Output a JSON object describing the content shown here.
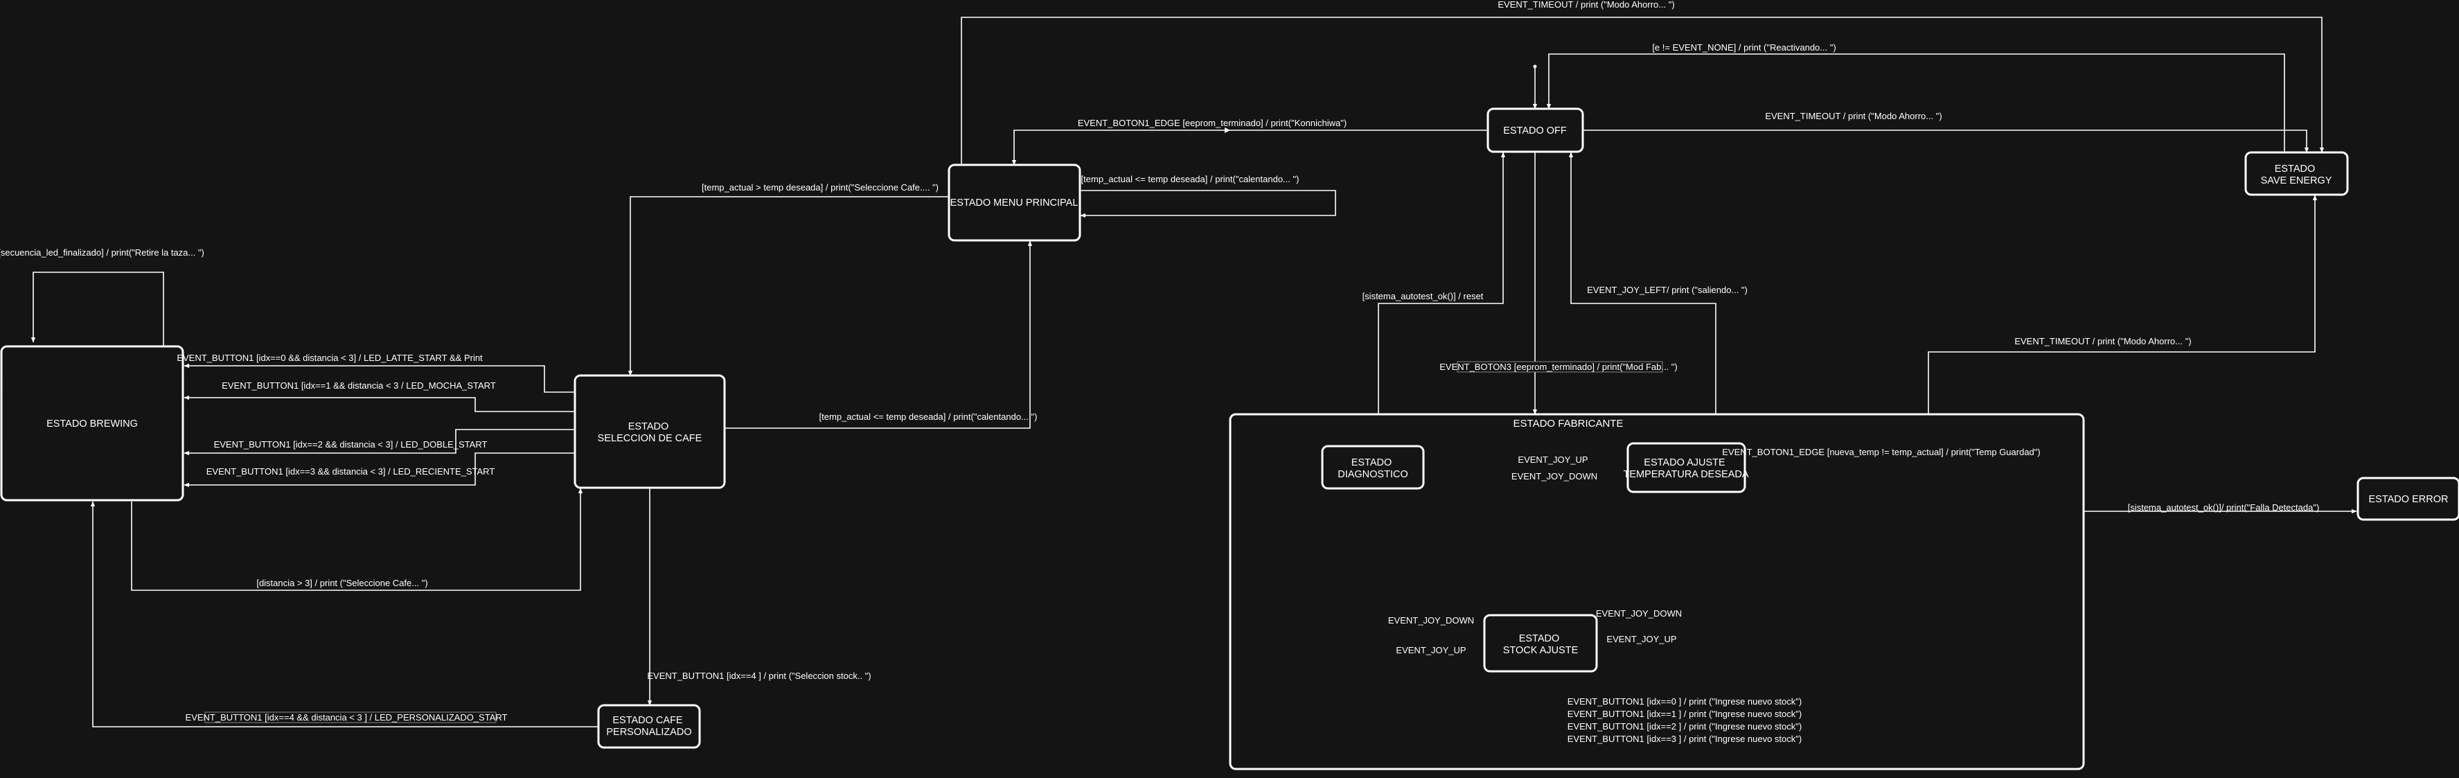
{
  "states": {
    "off": "ESTADO OFF",
    "save_energy": [
      "ESTADO",
      "SAVE ENERGY"
    ],
    "menu": "ESTADO MENU PRINCIPAL",
    "seleccion": [
      "ESTADO",
      "SELECCION DE CAFE"
    ],
    "brewing": "ESTADO BREWING",
    "personalizado": [
      "ESTADO CAFE",
      "PERSONALIZADO"
    ],
    "fabricante": "ESTADO FABRICANTE",
    "diagnostico": [
      "ESTADO",
      "DIAGNOSTICO"
    ],
    "ajuste_temp": [
      "ESTADO AJUSTE",
      "TEMPERATURA DESEADA"
    ],
    "stock": [
      "ESTADO",
      "STOCK AJUSTE"
    ],
    "error": "ESTADO ERROR"
  },
  "transitions": {
    "timeout_top": "EVENT_TIMEOUT / print (\"Modo Ahorro... \")",
    "reactivando": "[e != EVENT_NONE] / print (\"Reactivando... \")",
    "boton1_edge_off": "EVENT_BOTON1_EDGE [eeprom_terminado] /  print(\"Konnichiwa\")",
    "timeout_off": "EVENT_TIMEOUT / print (\"Modo Ahorro... \")",
    "menu_to_sel": "[temp_actual > temp deseada] / print(\"Seleccione Cafe.... \")",
    "calentando_self": "[temp_actual <= temp deseada] / print(\"calentando... \")",
    "sel_to_menu": "[temp_actual <= temp deseada] / print(\"calentando... \")",
    "retire_taza": "[secuencia_led_finalizado] / print(\"Retire la taza... \")",
    "latte": "EVENT_BUTTON1 [idx==0 && distancia < 3] / LED_LATTE_START && Print",
    "mocha": "EVENT_BUTTON1 [idx==1 && distancia < 3 / LED_MOCHA_START",
    "doble": "EVENT_BUTTON1 [idx==2 && distancia < 3] / LED_DOBLE_START",
    "reciente": "EVENT_BUTTON1 [idx==3  && distancia < 3] / LED_RECIENTE_START",
    "distancia": "[distancia > 3] / print (\"Seleccione Cafe... \")",
    "personalizado_sel": "EVENT_BUTTON1 [idx==4 ] / print (\"Seleccion stock.. \")",
    "personalizado_brew": "EVENT_BUTTON1 [idx==4 && distancia < 3 ] / LED_PERSONALIZADO_START",
    "autotest_reset": "[sistema_autotest_ok()] / reset",
    "joy_left": "EVENT_JOY_LEFT/ print (\"saliendo... \")",
    "boton3": "EVENT_BOTON3 [eeprom_terminado] /  print(\"Mod Fab... \")",
    "timeout_fab": "EVENT_TIMEOUT / print (\"Modo Ahorro... \")",
    "falla": "[sistema_autotest_ok()]/ print(\"Falla Detectada\")",
    "joy_up_1": "EVENT_JOY_UP",
    "joy_down_1": "EVENT_JOY_DOWN",
    "temp_guardad": "EVENT_BOTON1_EDGE [nueva_temp != temp_actual] /  print(\"Temp Guardad\")",
    "joy_down_2": "EVENT_JOY_DOWN",
    "joy_up_2": "EVENT_JOY_UP",
    "joy_down_3": "EVENT_JOY_DOWN",
    "joy_up_3": "EVENT_JOY_UP",
    "stock_0": "EVENT_BUTTON1 [idx==0 ] / print (\"Ingrese nuevo stock\")",
    "stock_1": "EVENT_BUTTON1 [idx==1 ] / print (\"Ingrese nuevo stock\")",
    "stock_2": "EVENT_BUTTON1 [idx==2 ] / print (\"Ingrese nuevo stock\")",
    "stock_3": "EVENT_BUTTON1 [idx==3 ] / print (\"Ingrese nuevo stock\")"
  },
  "colors": {
    "background": "#141414",
    "stroke": "#ffffff"
  }
}
